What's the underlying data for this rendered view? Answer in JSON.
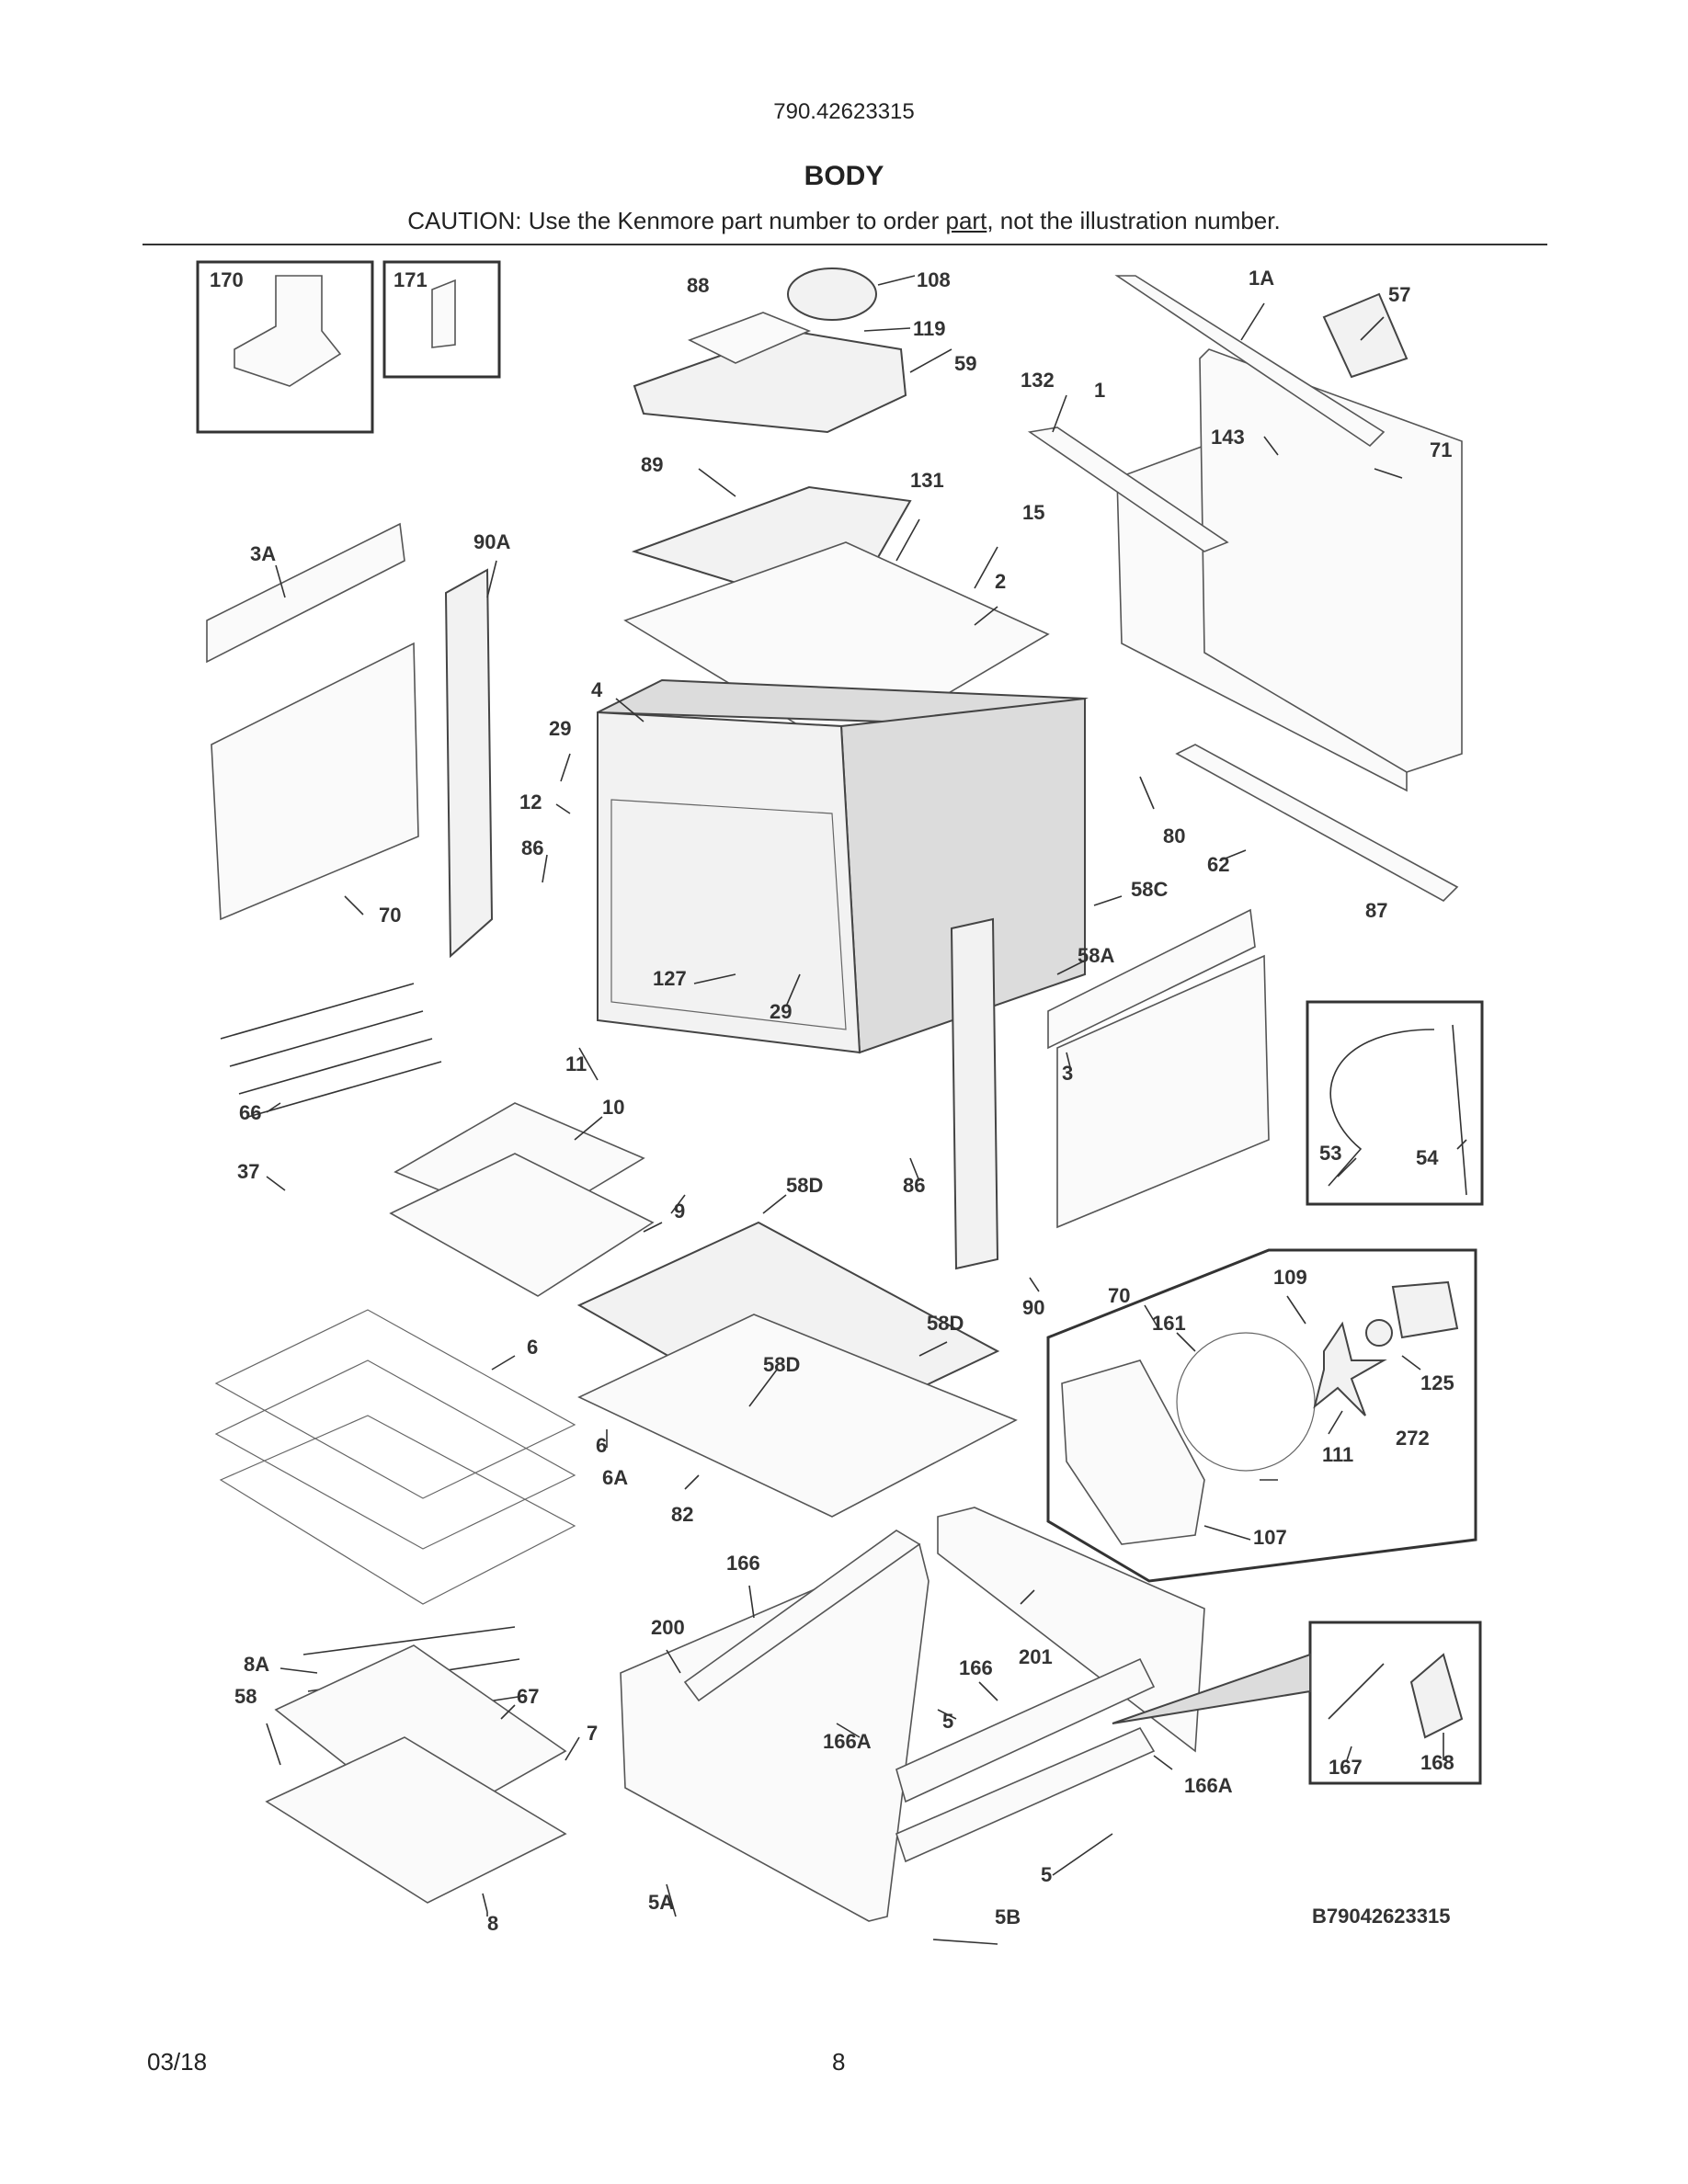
{
  "header": {
    "model_number": "790.42623315",
    "section_title": "BODY",
    "caution_before": "CAUTION: Use the Kenmore part number to order ",
    "caution_link": "part",
    "caution_after": ", not the illustration number."
  },
  "diagram": {
    "drawing_id": "B79042623315",
    "callouts": [
      "170",
      "171",
      "88",
      "108",
      "119",
      "59",
      "1A",
      "57",
      "132",
      "1",
      "143",
      "71",
      "89",
      "131",
      "15",
      "3A",
      "90A",
      "2",
      "4",
      "29",
      "12",
      "86",
      "80",
      "62",
      "58C",
      "87",
      "70",
      "127",
      "29",
      "58A",
      "3",
      "11",
      "66",
      "10",
      "37",
      "58D",
      "86",
      "9",
      "53",
      "54",
      "109",
      "90",
      "70",
      "161",
      "125",
      "6",
      "58D",
      "58D",
      "272",
      "111",
      "6",
      "6A",
      "82",
      "107",
      "166",
      "200",
      "201",
      "8A",
      "166",
      "5",
      "67",
      "58",
      "7",
      "166A",
      "166A",
      "167",
      "168",
      "5",
      "5A",
      "5B",
      "8"
    ]
  },
  "footer": {
    "date": "03/18",
    "page_number": "8"
  }
}
